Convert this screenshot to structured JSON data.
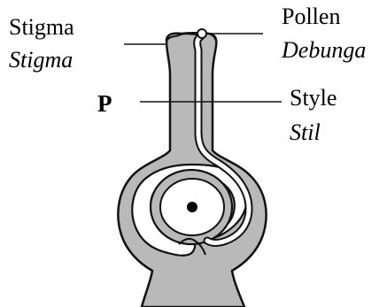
{
  "labels": {
    "stigma": {
      "english": "Stigma",
      "translation": "Stigma"
    },
    "pollen": {
      "english": "Pollen",
      "translation": "Debunga"
    },
    "style": {
      "english": "Style",
      "translation": "Stil"
    },
    "p": "P"
  },
  "colors": {
    "tissue": "#b9b9b9",
    "outline": "#111111",
    "cavity": "#ffffff",
    "nucleus": "#000000"
  }
}
